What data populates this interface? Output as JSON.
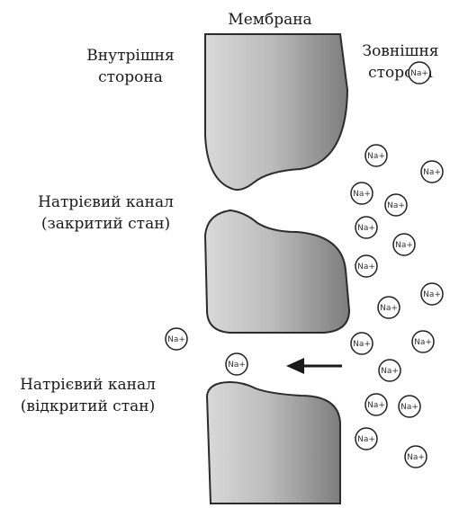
{
  "labels": {
    "membrane": "Мембрана",
    "inner_line1": "Внутрішня",
    "inner_line2": "сторона",
    "outer_line1": "Зовнішня",
    "outer_line2": "сторона",
    "closed_line1": "Натрієвий канал",
    "closed_line2": "(закритий стан)",
    "open_line1": "Натрієвий канал",
    "open_line2": "(відкритий стан)"
  },
  "ion_label": "Na+",
  "colors": {
    "membrane_light": "#d9d9d9",
    "membrane_dark": "#7d7d7d",
    "outline": "#2b2b2b",
    "text": "#1a1a1a"
  }
}
